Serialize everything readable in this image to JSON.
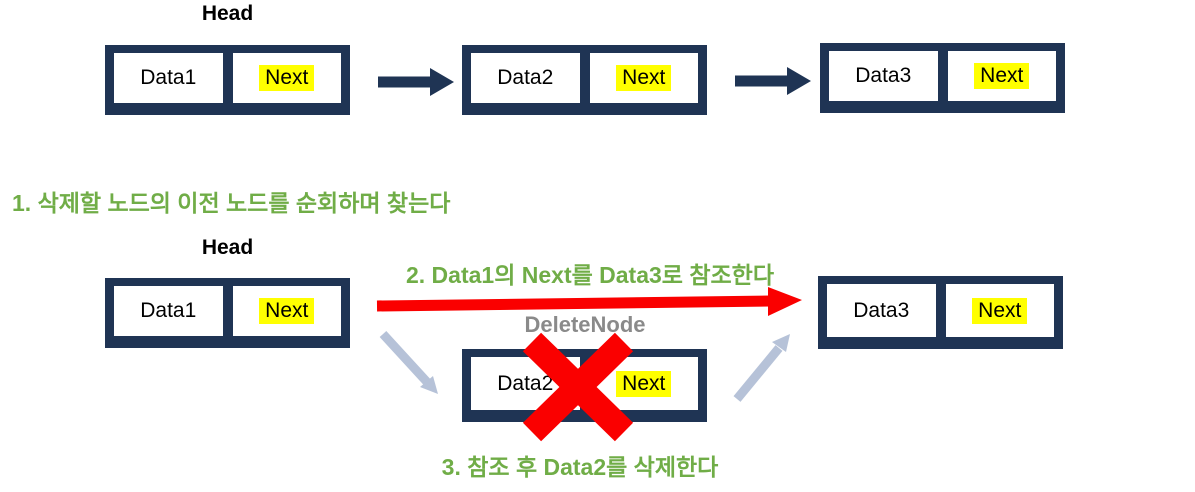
{
  "colors": {
    "navy": "#1f3454",
    "green": "#70ad47",
    "red": "#fa0000",
    "arrow_gray": "#b6c2d8",
    "delete_gray": "#8a8a8a",
    "highlight_yellow": "#ffff00"
  },
  "initial_list": {
    "head_label": "Head",
    "nodes": [
      {
        "data": "Data1",
        "next": "Next"
      },
      {
        "data": "Data2",
        "next": "Next"
      },
      {
        "data": "Data3",
        "next": "Next"
      }
    ]
  },
  "steps": {
    "step1": "1. 삭제할 노드의 이전 노드를 순회하며 찾는다",
    "step2": "2. Data1의 Next를 Data3로 참조한다",
    "step3": "3. 참조 후 Data2를 삭제한다"
  },
  "deletion_list": {
    "head_label": "Head",
    "delete_node_label": "DeleteNode",
    "nodes": [
      {
        "data": "Data1",
        "next": "Next"
      },
      {
        "data": "Data2",
        "next": "Next"
      },
      {
        "data": "Data3",
        "next": "Next"
      }
    ]
  }
}
